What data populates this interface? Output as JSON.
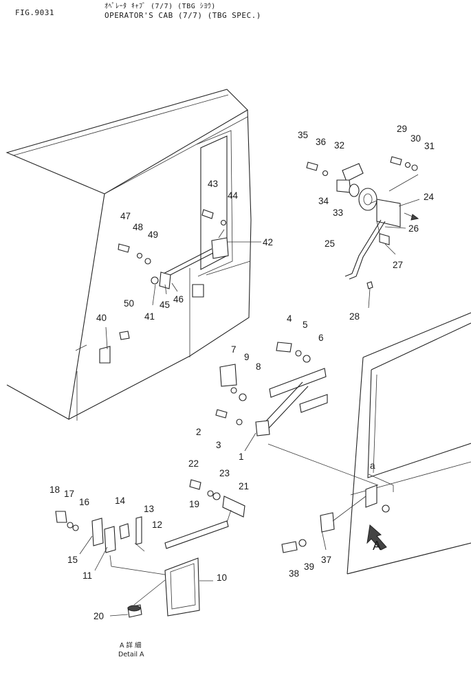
{
  "header": {
    "fig_no": "FIG.9031",
    "title_jp": "ｵﾍﾟﾚｰﾀ ｷｬﾌﾞ (7/7) (TBG ｼﾖｳ)",
    "title_en": "OPERATOR'S CAB (7/7) (TBG SPEC.)"
  },
  "detail": {
    "jp": "A 詳 細",
    "en": "Detail A"
  },
  "view_labels": {
    "a_small": "a",
    "a_upper": "A"
  },
  "part_numbers": [
    "1",
    "2",
    "3",
    "4",
    "5",
    "6",
    "7",
    "8",
    "9",
    "10",
    "11",
    "12",
    "13",
    "14",
    "15",
    "16",
    "17",
    "18",
    "19",
    "20",
    "21",
    "22",
    "23",
    "24",
    "25",
    "26",
    "27",
    "28",
    "29",
    "30",
    "31",
    "32",
    "33",
    "34",
    "35",
    "36",
    "37",
    "38",
    "39",
    "40",
    "41",
    "42",
    "43",
    "44",
    "45",
    "46",
    "47",
    "48",
    "49",
    "50"
  ]
}
